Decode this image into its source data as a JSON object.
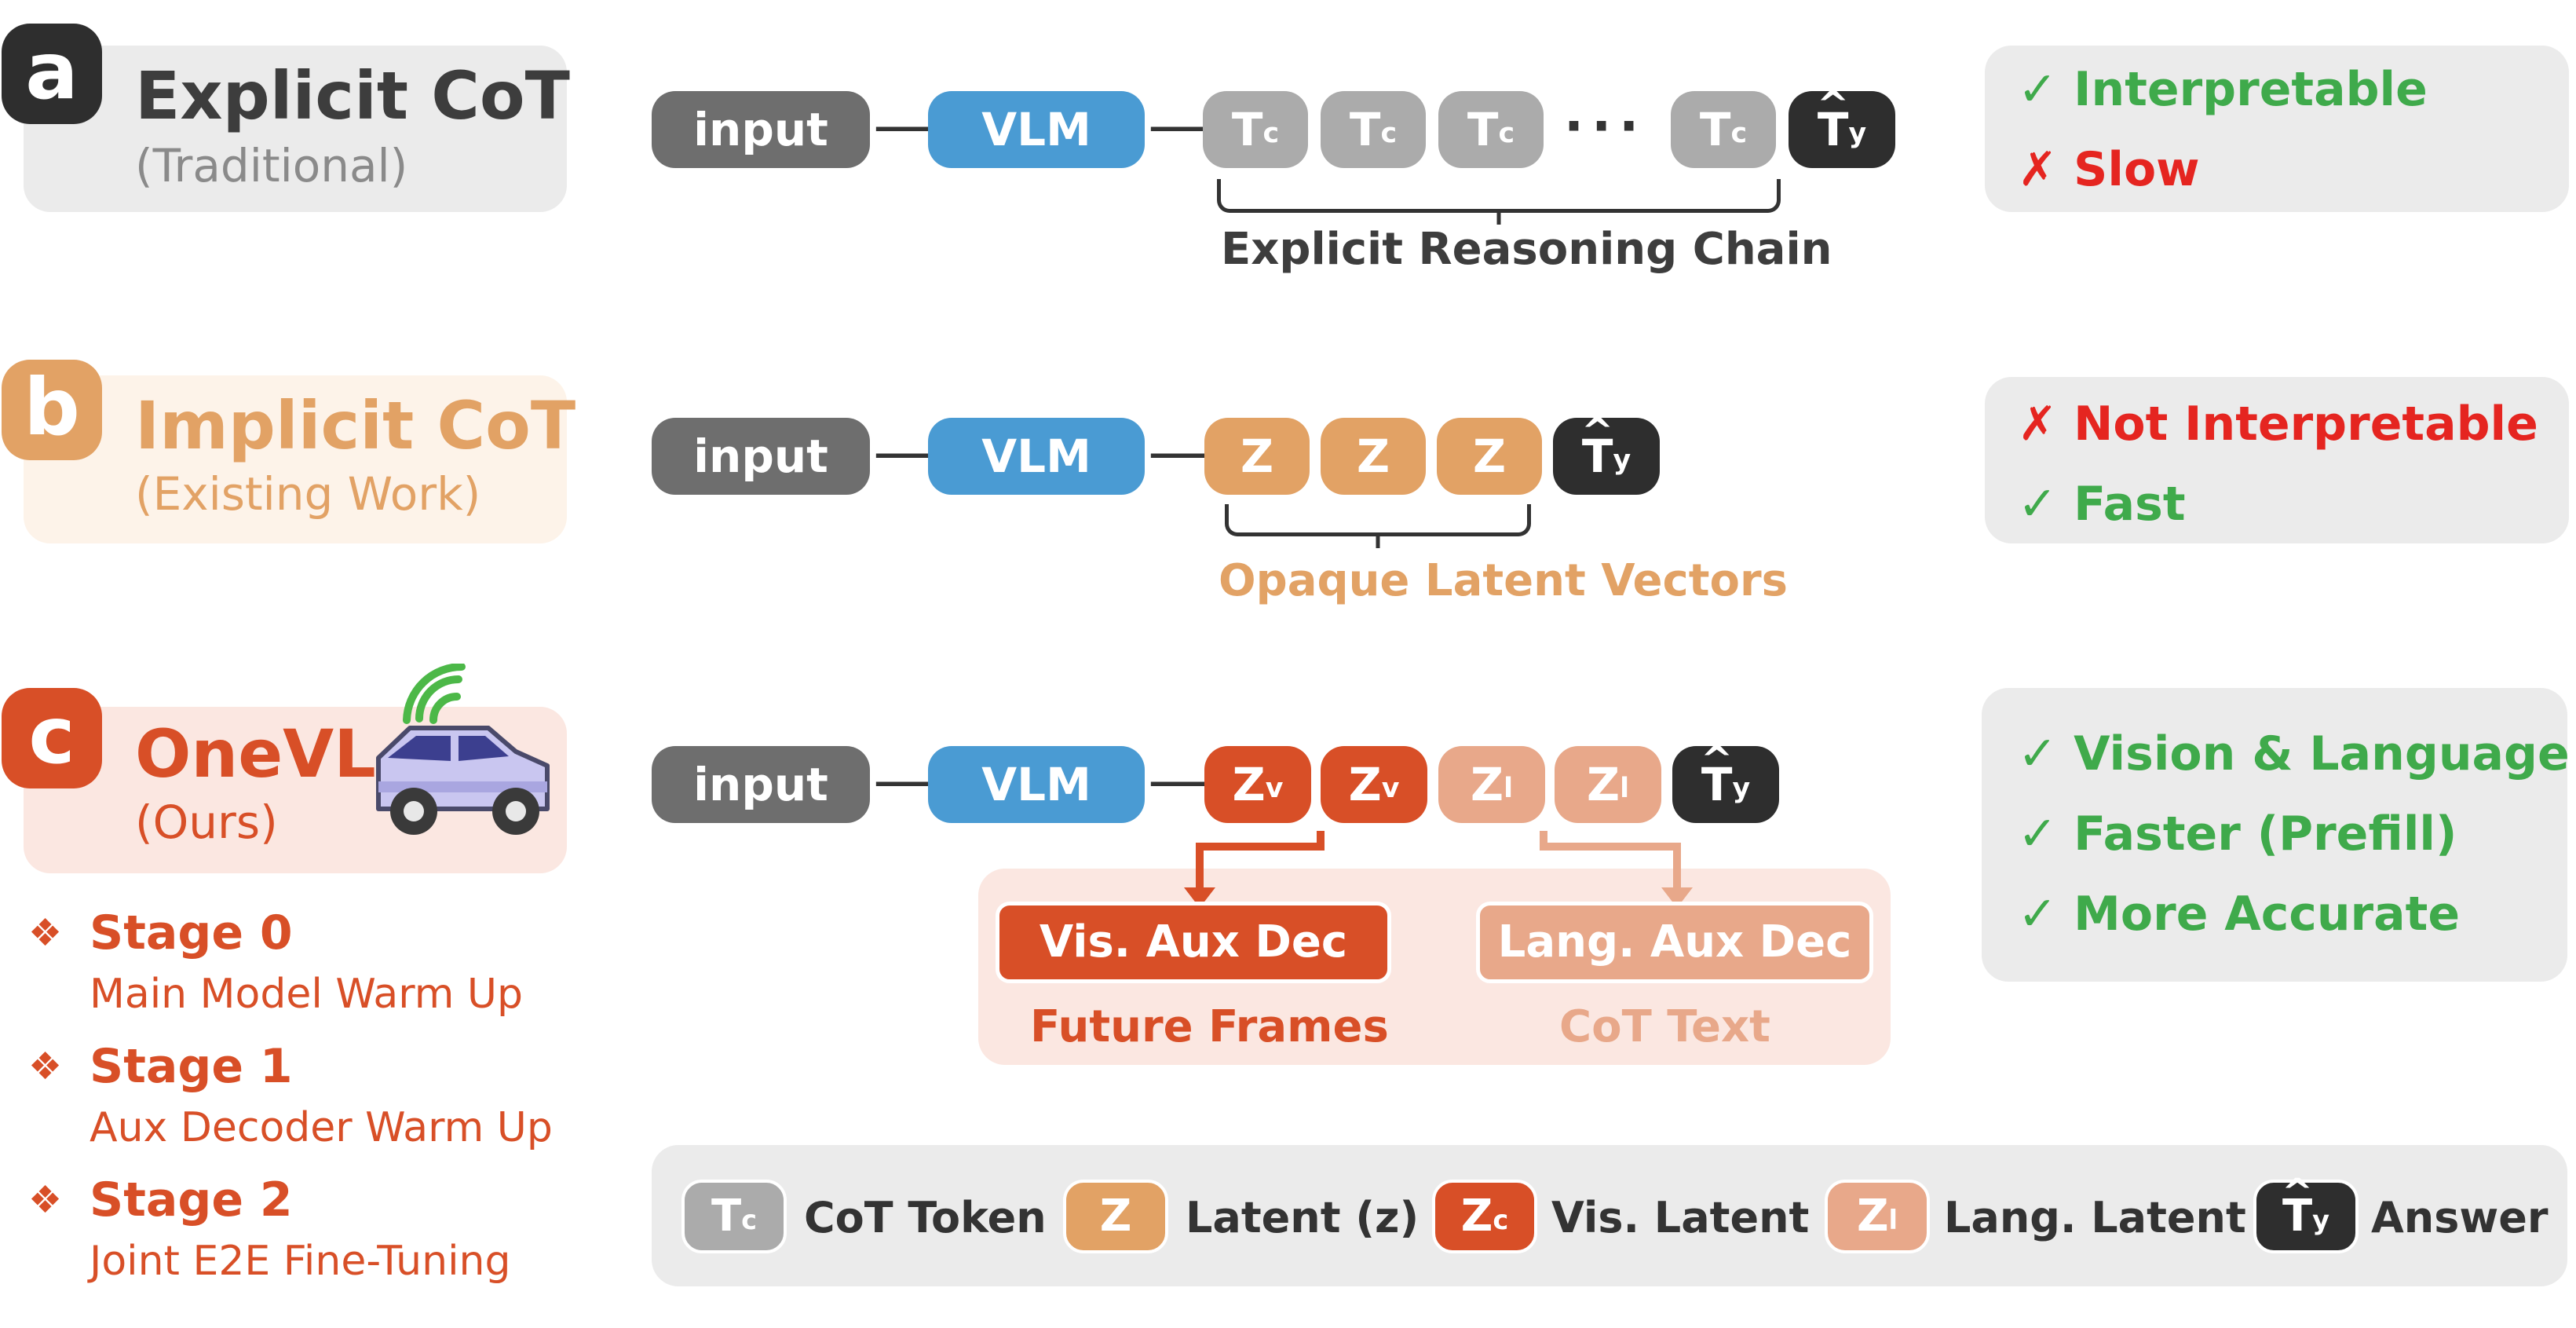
{
  "colors": {
    "gray_dark": "#6E6E6E",
    "gray_token": "#ABABAB",
    "black_token": "#2E2E2E",
    "vlm_blue": "#4A9BD3",
    "latent_orange": "#E2A265",
    "vis_red": "#D84F27",
    "lang_salmon": "#E8A88A",
    "green": "#3FAA4B",
    "red": "#E52520"
  },
  "rows": {
    "a": {
      "badge": "a",
      "title": "Explicit CoT",
      "subtitle": "(Traditional)",
      "input_label": "input",
      "vlm_label": "VLM",
      "token_letter": "T",
      "token_sub": "c",
      "dots": "···",
      "answer_letter": "T",
      "answer_sub": "y",
      "caption": "Explicit Reasoning Chain",
      "properties": [
        {
          "mark": "✓",
          "text": "Interpretable"
        },
        {
          "mark": "✗",
          "text": "Slow"
        }
      ]
    },
    "b": {
      "badge": "b",
      "title": "Implicit CoT",
      "subtitle": "(Existing Work)",
      "input_label": "input",
      "vlm_label": "VLM",
      "latent_label": "Z",
      "answer_letter": "T",
      "answer_sub": "y",
      "caption": "Opaque Latent Vectors",
      "properties": [
        {
          "mark": "✗",
          "text": "Not Interpretable"
        },
        {
          "mark": "✓",
          "text": "Fast"
        }
      ]
    },
    "c": {
      "badge": "c",
      "title": "OneVL",
      "subtitle": "(Ours)",
      "input_label": "input",
      "vlm_label": "VLM",
      "vis_letter": "Z",
      "vis_sub": "v",
      "lang_letter": "Z",
      "lang_sub": "l",
      "answer_letter": "T",
      "answer_sub": "y",
      "vis_decoder": "Vis. Aux Dec",
      "vis_output": "Future Frames",
      "lang_decoder": "Lang. Aux Dec",
      "lang_output": "CoT Text",
      "properties": [
        {
          "mark": "✓",
          "text": "Vision & Language"
        },
        {
          "mark": "✓",
          "text": "Faster (Prefill)"
        },
        {
          "mark": "✓",
          "text": "More Accurate"
        }
      ],
      "stages": [
        {
          "title": "Stage 0",
          "desc": "Main Model Warm Up"
        },
        {
          "title": "Stage 1",
          "desc": "Aux Decoder Warm Up"
        },
        {
          "title": "Stage 2",
          "desc": "Joint E2E Fine-Tuning"
        }
      ]
    }
  },
  "legend": [
    {
      "letter": "T",
      "sub": "c",
      "label": "CoT Token"
    },
    {
      "letter": "Z",
      "sub": "",
      "label": "Latent (z)"
    },
    {
      "letter": "Z",
      "sub": "c",
      "label": "Vis. Latent"
    },
    {
      "letter": "Z",
      "sub": "l",
      "label": "Lang. Latent"
    },
    {
      "letter": "T",
      "sub": "y",
      "label": "Answer"
    }
  ]
}
